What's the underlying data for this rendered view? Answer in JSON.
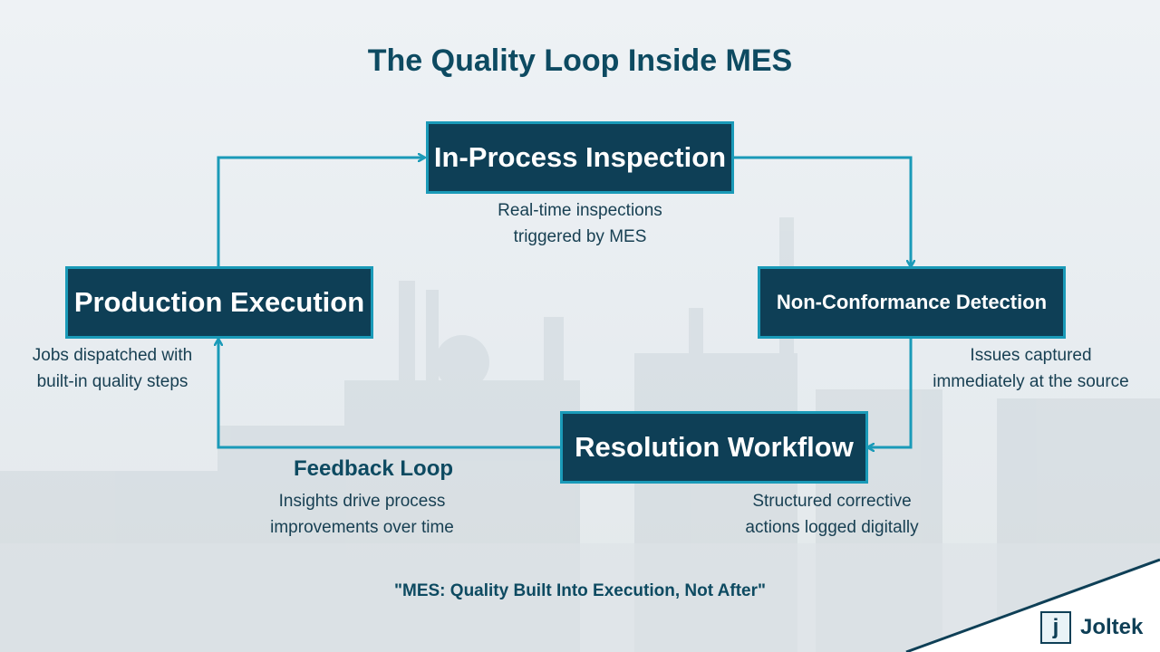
{
  "title": "The Quality Loop Inside MES",
  "nodes": {
    "inspection": {
      "label": "In-Process Inspection",
      "caption": [
        "Real-time inspections",
        "triggered by MES"
      ]
    },
    "detection": {
      "label": "Non-Conformance Detection",
      "caption": [
        "Issues captured",
        "immediately at the source"
      ]
    },
    "resolution": {
      "label": "Resolution Workflow",
      "caption": [
        "Structured corrective",
        "actions logged digitally"
      ]
    },
    "production": {
      "label": "Production Execution",
      "caption": [
        "Jobs dispatched with",
        "built-in quality steps"
      ]
    }
  },
  "feedback": {
    "title": "Feedback Loop",
    "caption": [
      "Insights drive process",
      "improvements over time"
    ]
  },
  "quote": "\"MES: Quality Built Into Execution, Not After\"",
  "brand": {
    "name": "Joltek",
    "mark": "j"
  },
  "colors": {
    "box_fill": "#0e3f56",
    "box_border": "#1a9ab8",
    "arrow": "#1a9ab8",
    "title": "#0d4a61"
  }
}
